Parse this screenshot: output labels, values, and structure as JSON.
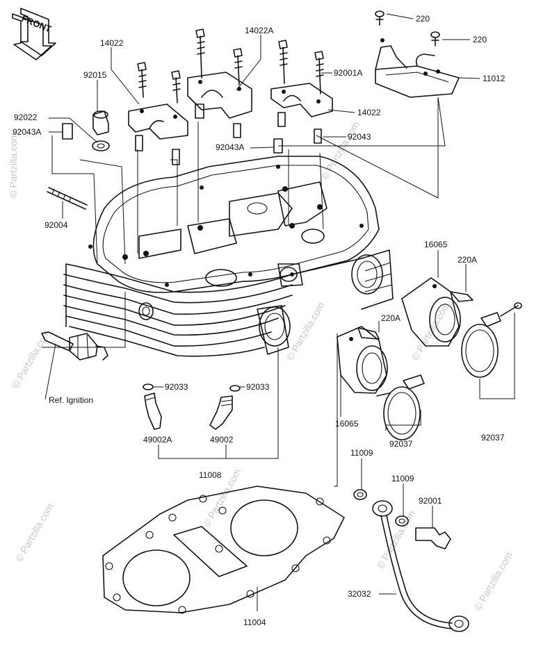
{
  "front_label": "FRONT",
  "watermark": "© Partzilla.com",
  "callouts": {
    "p220_a": "220",
    "p220_b": "220",
    "p11012": "11012",
    "p14022_a": "14022",
    "p14022A": "14022A",
    "p92015": "92015",
    "p92001A": "92001A",
    "p92022": "92022",
    "p92043A_a": "92043A",
    "p14022_b": "14022",
    "p92043A_b": "92043A",
    "p92043": "92043",
    "p92004": "92004",
    "p16065_a": "16065",
    "p220A_a": "220A",
    "p220A_b": "220A",
    "p92033_a": "92033",
    "p92033_b": "92033",
    "ref_ignition": "Ref. Ignition",
    "p16065_b": "16065",
    "p92037_a": "92037",
    "p49002A": "49002A",
    "p49002": "49002",
    "p92037_b": "92037",
    "p11009_a": "11009",
    "p11008": "11008",
    "p11009_b": "11009",
    "p92001": "92001",
    "p32032": "32032",
    "p11004": "11004"
  }
}
